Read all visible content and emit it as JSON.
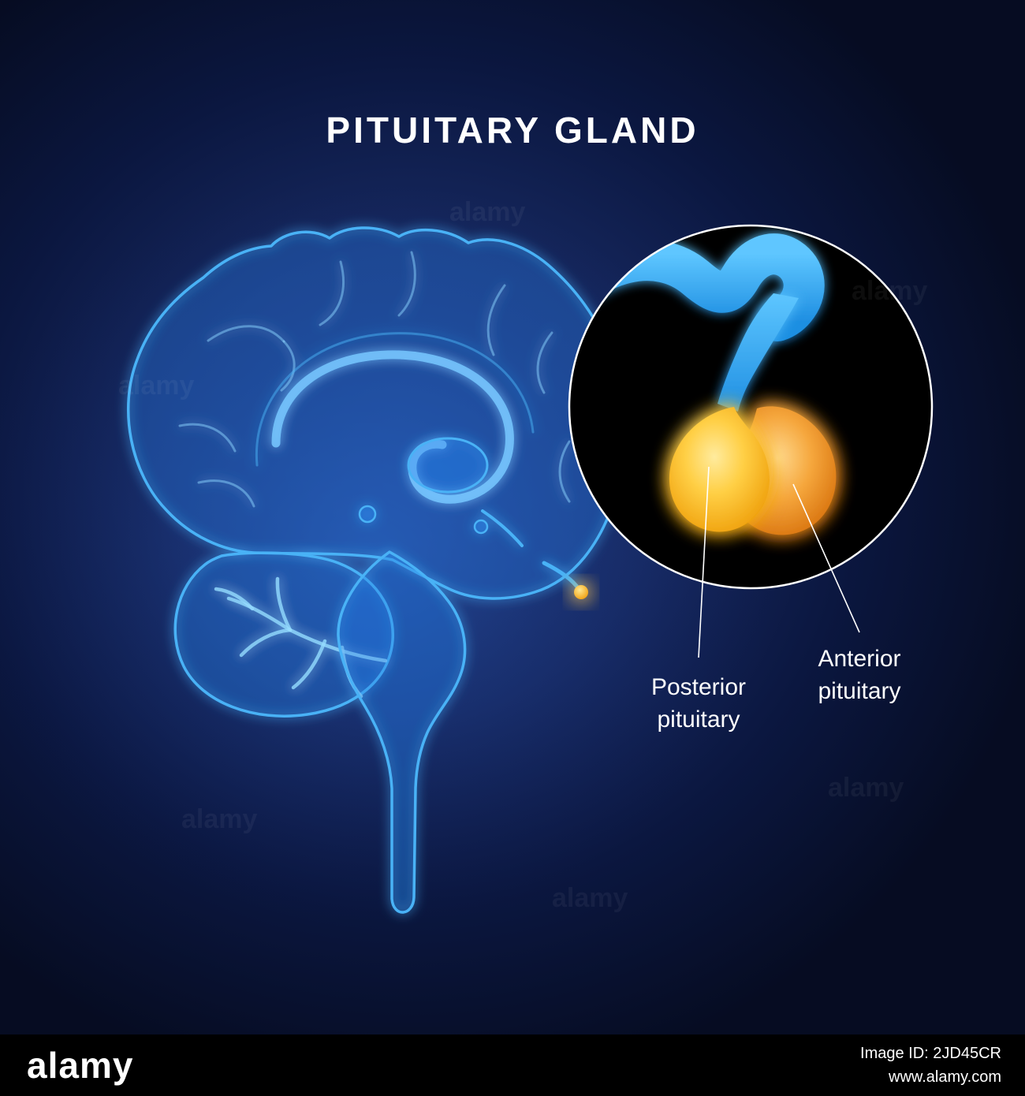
{
  "title": "PITUITARY GLAND",
  "inset": {
    "posterior_label": {
      "line1": "Posterior",
      "line2": "pituitary"
    },
    "anterior_label": {
      "line1": "Anterior",
      "line2": "pituitary"
    }
  },
  "footer": {
    "brand": "alamy",
    "image_id": "Image ID: 2JD45CR",
    "website": "www.alamy.com"
  },
  "watermark_text": "alamy",
  "colors": {
    "background_center": "#1e3576",
    "background_edge": "#060c22",
    "brain_glow": "#49b2f6",
    "posterior_pituitary": "#fdc83c",
    "anterior_pituitary": "#f09a30",
    "label_text": "#ffffff",
    "footer_bg": "#000000"
  }
}
